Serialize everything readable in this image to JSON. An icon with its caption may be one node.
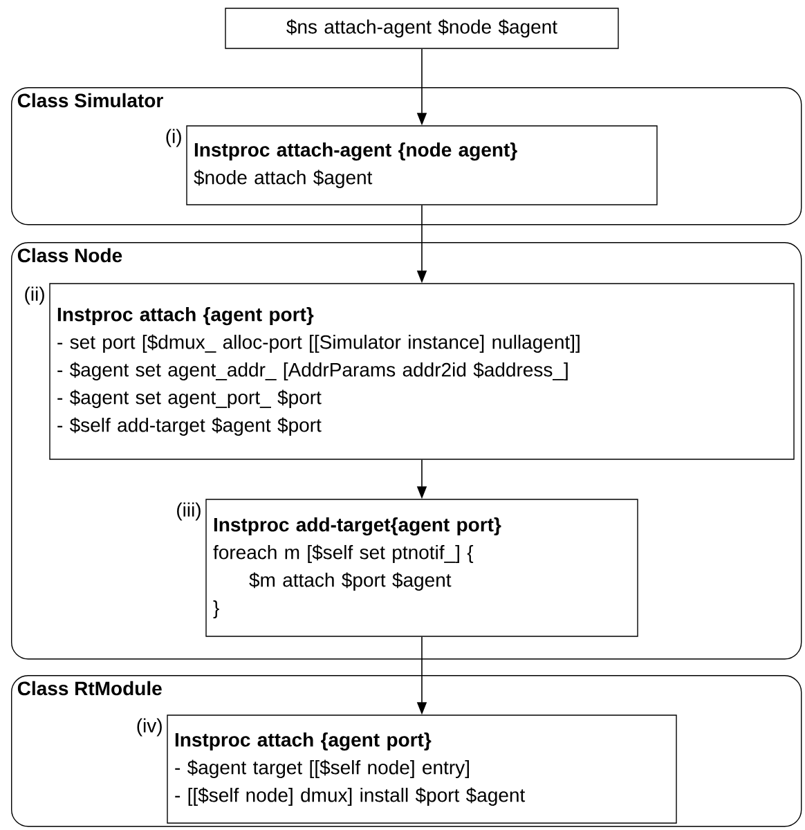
{
  "diagram": {
    "nodes": [
      {
        "text": [
          "$ns attach-agent $node $agent"
        ]
      },
      {
        "text": [
          "Class Simulator"
        ]
      },
      {
        "text": [
          "Instproc attach-agent {node agent}",
          "$node attach $agent"
        ],
        "in": 1,
        "beside": [
          "(i)"
        ]
      },
      {
        "text": [
          "Class Node"
        ]
      },
      {
        "text": [
          "Instproc attach {agent port}",
          "- set port [$dmux_ alloc-port [[Simulator instance] nullagent]]",
          "- $agent set agent_addr_ [AddrParams addr2id $address_]",
          "- $agent set agent_port_ $port",
          "- $self add-target $agent $port"
        ],
        "in": 3,
        "beside": [
          "(ii)"
        ]
      },
      {
        "text": [
          "Instproc add-target{agent port}",
          "foreach m [$self set ptnotif_] {",
          "$m attach $port $agent",
          "}"
        ],
        "in": 3,
        "beside": [
          "(iii)"
        ]
      },
      {
        "text": [
          "Class RtModule"
        ]
      },
      {
        "text": [
          "Instproc attach {agent port}",
          "- $agent target [[$self node] entry]",
          "- [[$self node] dmux] install $port $agent"
        ],
        "in": 6,
        "beside": [
          "(iv)"
        ]
      }
    ],
    "edges": [
      {
        "from": 0,
        "to": 2,
        "arrow": "to"
      },
      {
        "from": 2,
        "to": 4,
        "arrow": "to"
      },
      {
        "from": 4,
        "to": 5,
        "arrow": "to"
      },
      {
        "from": 5,
        "to": 7,
        "arrow": "to"
      }
    ]
  }
}
